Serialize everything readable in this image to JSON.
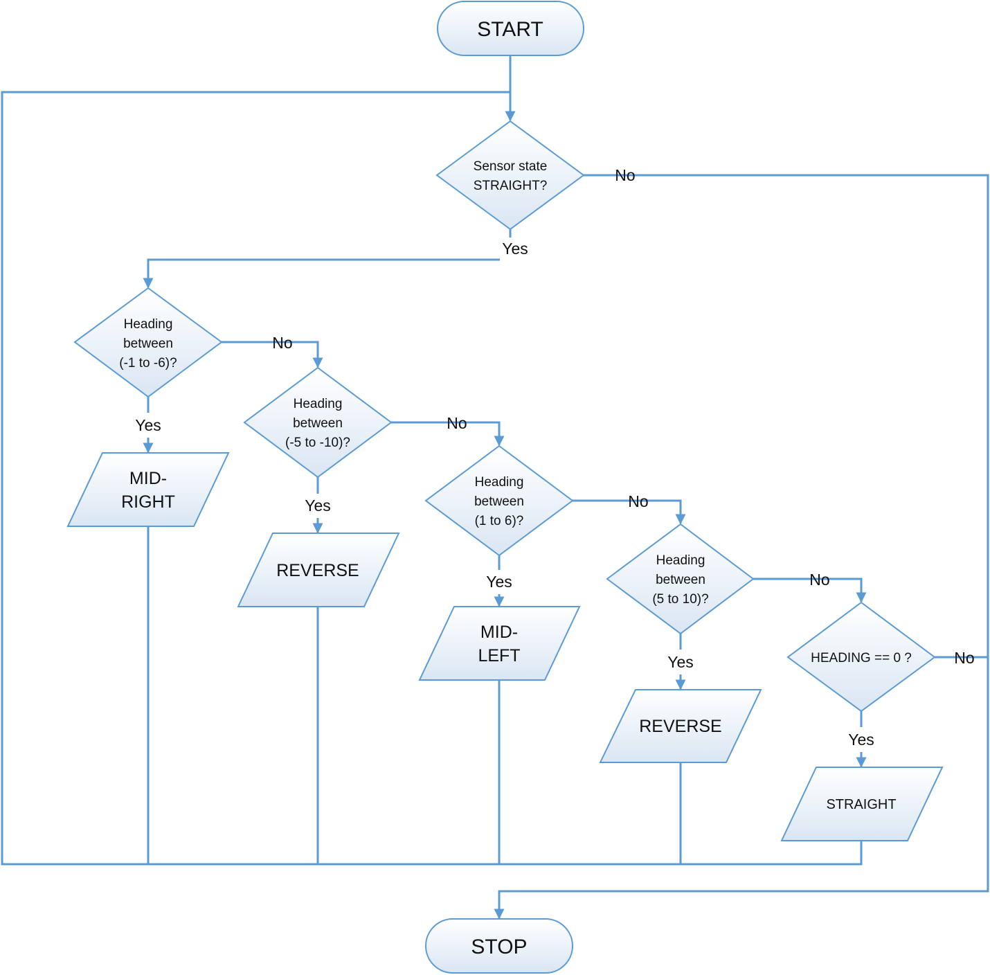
{
  "colors": {
    "stroke": "#5b9bd5",
    "fill_top": "#ffffff",
    "fill_bottom": "#dae6f3",
    "text": "#111111"
  },
  "nodes": {
    "start": "START",
    "stop": "STOP",
    "d_sensor": [
      "Sensor state",
      "STRAIGHT?"
    ],
    "d1": [
      "Heading",
      "between",
      "(-1 to -6)?"
    ],
    "d2": [
      "Heading",
      "between",
      "(-5 to -10)?"
    ],
    "d3": [
      "Heading",
      "between",
      "(1 to 6)?"
    ],
    "d4": [
      "Heading",
      "between",
      "(5 to 10)?"
    ],
    "d5": "HEADING == 0 ?",
    "io1": [
      "MID-",
      "RIGHT"
    ],
    "io2": "REVERSE",
    "io3": [
      "MID-",
      "LEFT"
    ],
    "io4": "REVERSE",
    "io5": "STRAIGHT"
  },
  "edge_labels": {
    "yes": "Yes",
    "no": "No"
  }
}
